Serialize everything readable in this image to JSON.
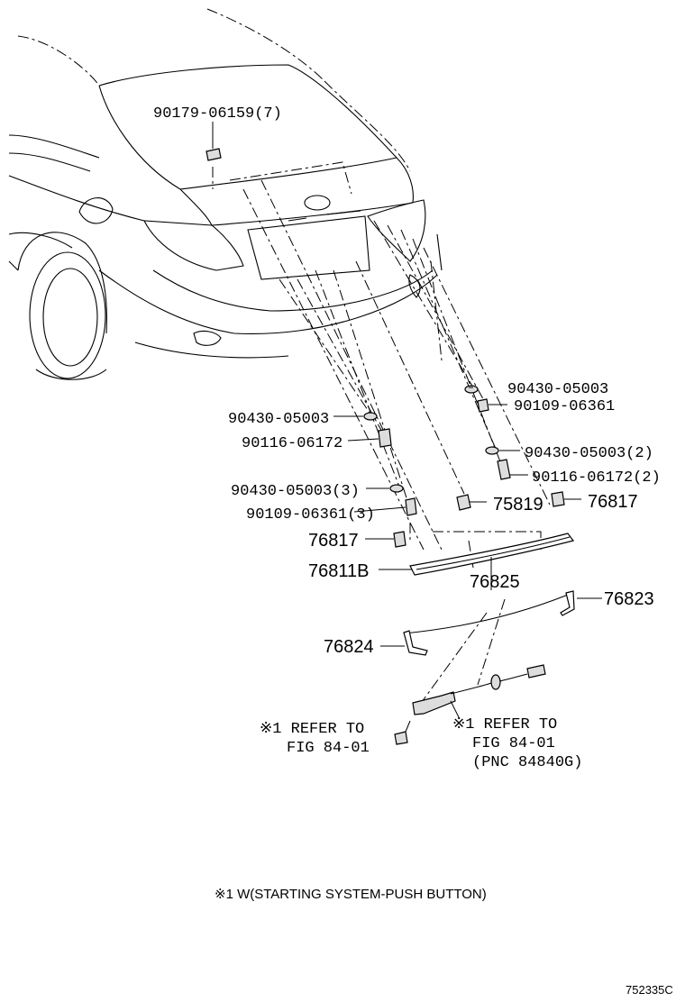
{
  "diagram": {
    "parts": {
      "p_90179": "90179-06159(7)",
      "p_90430_r": "90430-05003",
      "p_90109_r": "90109-06361",
      "p_90430_l": "90430-05003",
      "p_90116_l": "90116-06172",
      "p_90430_r2": "90430-05003(2)",
      "p_90116_r2": "90116-06172(2)",
      "p_90430_l3": "90430-05003(3)",
      "p_75819": "75819",
      "p_76817_r": "76817",
      "p_90109_l3": "90109-06361(3)",
      "p_76817_l": "76817",
      "p_76811b": "76811B",
      "p_76825": "76825",
      "p_76823": "76823",
      "p_76824": "76824"
    },
    "refs": {
      "left_line1": "※1 REFER TO",
      "left_line2": "FIG 84-01",
      "right_line1": "※1 REFER TO",
      "right_line2": "FIG 84-01",
      "right_line3": "(PNC 84840G)"
    },
    "footnote": "※1 W(STARTING SYSTEM-PUSH BUTTON)",
    "code": "752335C"
  }
}
